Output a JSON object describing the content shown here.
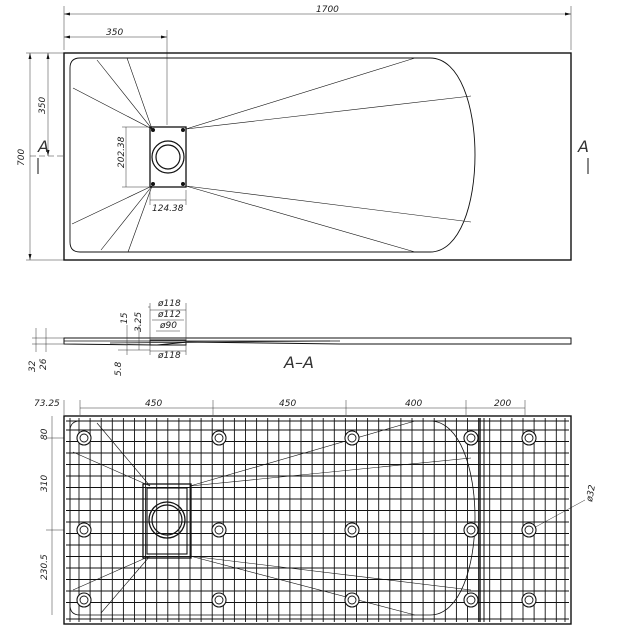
{
  "top_view": {
    "overall_length": "1700",
    "overall_width": "700",
    "drain_offset_x": "350",
    "drain_offset_y": "350",
    "drain_box_height": "202.38",
    "drain_box_width": "124.38",
    "section_mark_left": "A",
    "section_mark_right": "A"
  },
  "section_view": {
    "section_label": "A–A",
    "thickness_total": "32",
    "thickness_edge": "26",
    "d_15": "15",
    "d_325": "3.25",
    "d_58": "5.8",
    "dia_118_top": "ø118",
    "dia_112": "ø112",
    "dia_90": "ø90",
    "dia_118_bottom": "ø118"
  },
  "bottom_view": {
    "edge_offset": "73.25",
    "rib_span_1": "450",
    "rib_span_2": "450",
    "rib_span_3": "400",
    "rib_span_4": "200",
    "v_80": "80",
    "v_310": "310",
    "v_2305": "230.5",
    "foot_diameter": "ø32"
  }
}
